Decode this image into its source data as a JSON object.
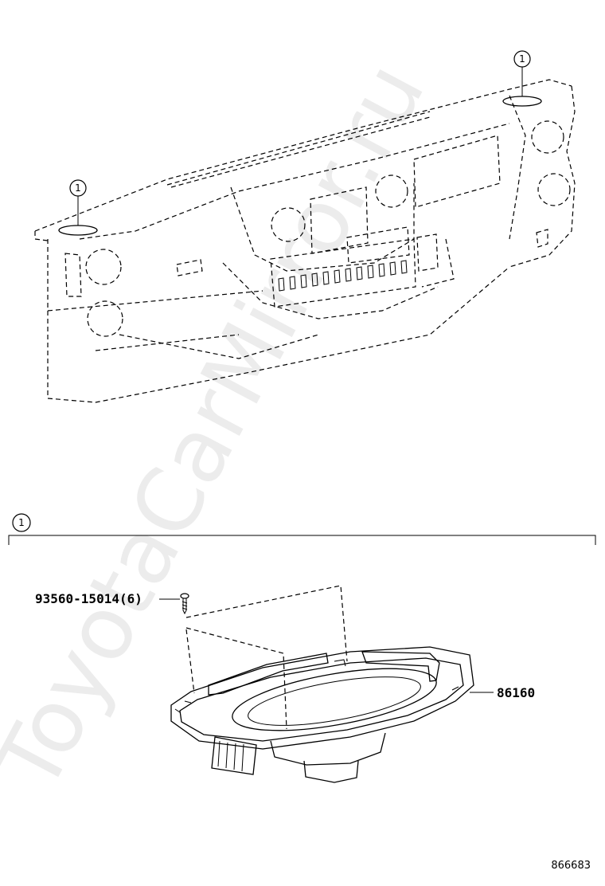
{
  "diagram": {
    "callout_symbol": "1",
    "parts": {
      "screw": "93560-15014(6)",
      "speaker": "86160"
    },
    "illustration_number": "866683",
    "watermark": "ToyotaCarMirror.ru"
  }
}
